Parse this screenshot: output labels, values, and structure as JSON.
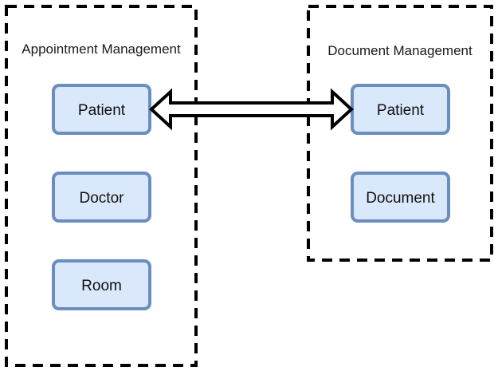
{
  "contexts": [
    {
      "label": "Appointment Management"
    },
    {
      "label": "Document Management"
    }
  ],
  "entities": {
    "appointment": [
      "Patient",
      "Doctor",
      "Room"
    ],
    "document": [
      "Patient",
      "Document"
    ]
  },
  "colors": {
    "entity_fill": "#dae8fc",
    "entity_stroke": "#6c8ebf",
    "boundary": "#000000",
    "arrow_fill": "#ffffff",
    "arrow_stroke": "#000000"
  }
}
